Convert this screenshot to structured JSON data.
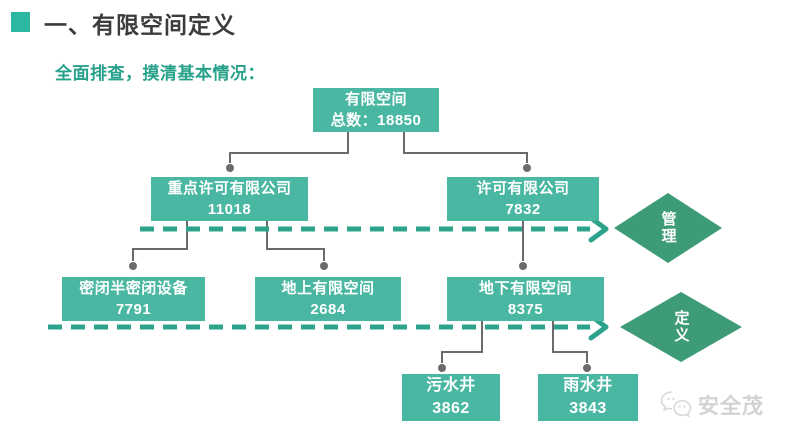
{
  "page": {
    "title": "一、有限空间定义",
    "subtitle": "全面排查，摸清基本情况："
  },
  "nodes": {
    "root": {
      "line1": "有限空间",
      "line2": "总数：18850"
    },
    "key_permit": {
      "line1": "重点许可有限公司",
      "line2": "11018"
    },
    "permit": {
      "line1": "许可有限公司",
      "line2": "7832"
    },
    "enclosed": {
      "line1": "密闭半密闭设备",
      "line2": "7791"
    },
    "above_ground": {
      "line1": "地上有限空间",
      "line2": "2684"
    },
    "below_ground": {
      "line1": "地下有限空间",
      "line2": "8375"
    },
    "sewage_well": {
      "line1": "污水井",
      "line2": "3862"
    },
    "rain_well": {
      "line1": "雨水井",
      "line2": "3843"
    }
  },
  "diamonds": {
    "management": "管理",
    "definition": "定义"
  },
  "watermark": {
    "text": "安全茂"
  },
  "colors": {
    "node_box": "#49b7a1",
    "diamond": "#3e9b77",
    "dashed_arrow": "#2da38c",
    "connector": "#6b6b6b",
    "title_text": "#3c3c3c",
    "subtitle_text": "#28a18b",
    "watermark_text": "#d2d2d2",
    "background": "#ffffff"
  }
}
